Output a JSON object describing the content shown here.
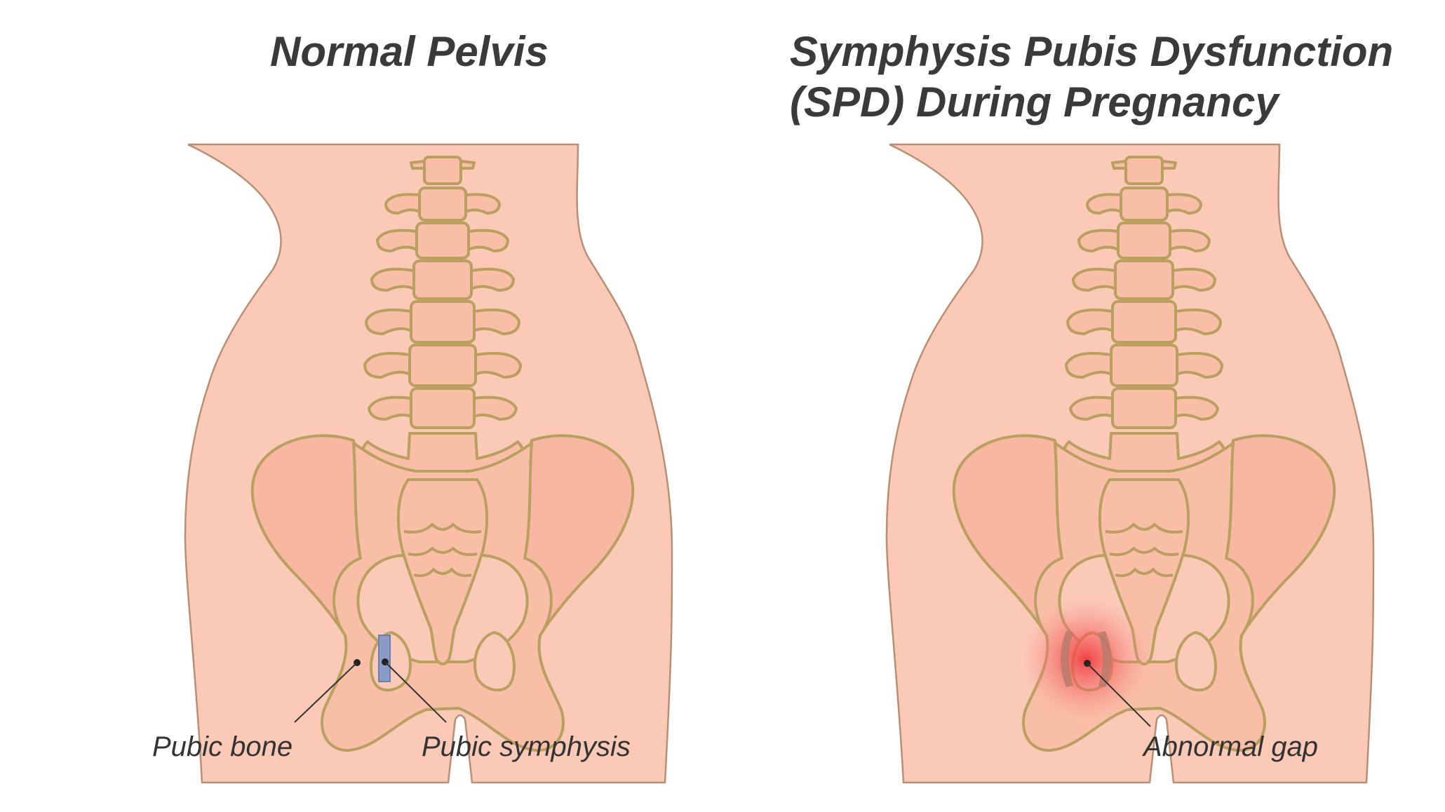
{
  "left_panel": {
    "title": "Normal Pelvis",
    "labels": {
      "pubic_bone": "Pubic bone",
      "pubic_symphysis": "Pubic symphysis"
    }
  },
  "right_panel": {
    "title_line1": "Symphysis Pubis Dysfunction",
    "title_line2": "(SPD) During Pregnancy",
    "labels": {
      "abnormal_gap": "Abnormal gap"
    }
  },
  "colors": {
    "skin": "#fbcab6",
    "bone_outline": "#b9a060",
    "symphysis": "#8a9bc8",
    "inflammation": "#f05a5a"
  }
}
